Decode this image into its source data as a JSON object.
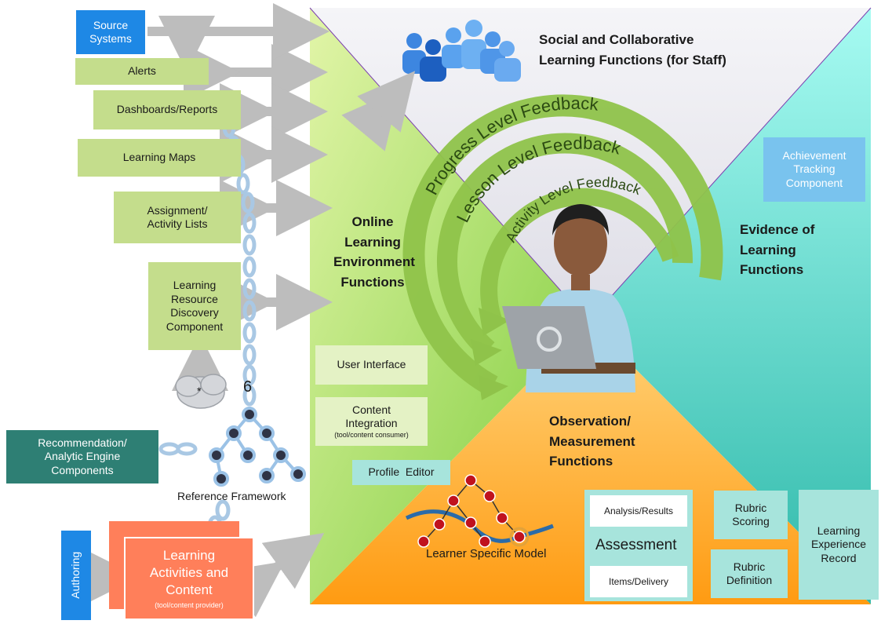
{
  "left_panel": {
    "source_systems": "Source Systems",
    "alerts": "Alerts",
    "dashboards": "Dashboards/Reports",
    "learning_maps": "Learning Maps",
    "assignment_lists": "Assignment/ Activity Lists",
    "resource_discovery": "Learning Resource Discovery Component",
    "cloud_label": "*",
    "number_label": "6",
    "recommendation": "Recommendation/ Analytic Engine Components",
    "reference_framework": "Reference Framework",
    "authoring": "Authoring",
    "learning_activities": "Learning Activities and Content",
    "learning_activities_sub": "(tool/content provider)"
  },
  "quadrants": {
    "social": "Social and Collaborative Learning Functions (for Staff)",
    "online": "Online Learning Environment Functions",
    "evidence": "Evidence of Learning Functions",
    "observation": "Observation/ Measurement Functions"
  },
  "feedback": {
    "progress": "Progress Level Feedback",
    "lesson": "Lesson Level Feedback",
    "activity": "Activity Level Feedback"
  },
  "components": {
    "achievement": "Achievement Tracking Component",
    "user_interface": "User Interface",
    "content_integration": "Content Integration",
    "content_integration_sub": "(tool/content consumer)",
    "profile_editor": "Profile  Editor",
    "learner_model": "Learner Specific Model",
    "analysis_results": "Analysis/Results",
    "assessment": "Assessment",
    "items_delivery": "Items/Delivery",
    "rubric_scoring": "Rubric Scoring",
    "rubric_definition": "Rubric Definition",
    "learning_experience_record": "Learning Experience Record"
  },
  "colors": {
    "left_green": "#c4dd8c",
    "source_blue": "#1e88e5",
    "recommendation_teal": "#2e7f74",
    "activities_orange": "#ff7f5a",
    "achievement_blue": "#79c3ee",
    "quadrant_green": "#9ed860",
    "quadrant_teal": "#4fc7bb",
    "quadrant_orange": "#ffa935",
    "feedback_green": "#8fc34a"
  }
}
